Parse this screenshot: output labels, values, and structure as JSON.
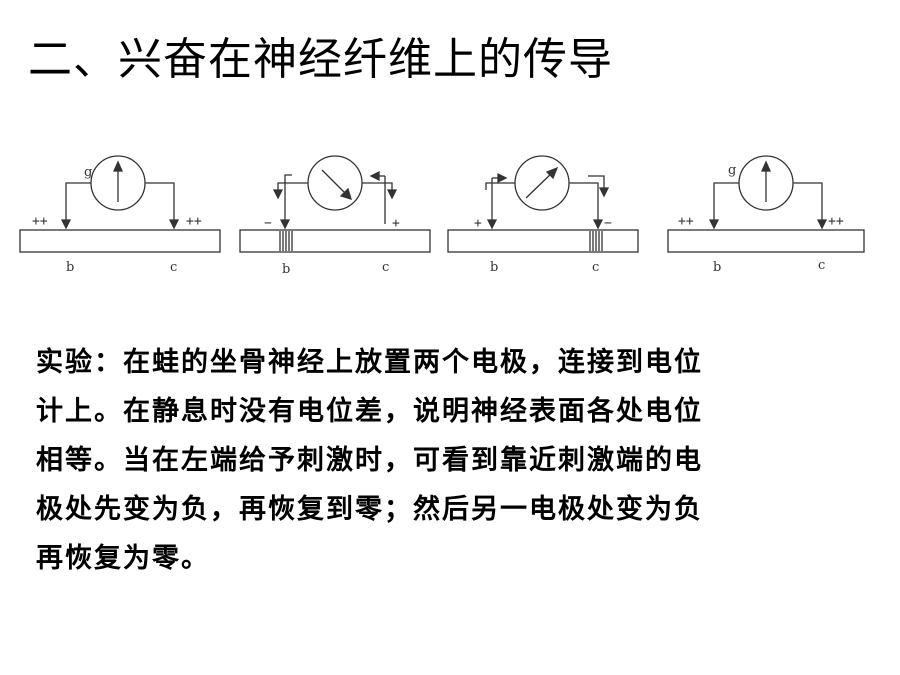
{
  "slide": {
    "title": "二、兴奋在神经纤维上的传导",
    "paragraph_lines": [
      "实验：在蛙的坐骨神经上放置两个电极，连接到电位",
      "计上。在静息时没有电位差，说明神经表面各处电位",
      "相等。当在左端给予刺激时，可看到靠近刺激端的电",
      "极处先变为负，再恢复到零；然后另一电极处变为负",
      "再恢复为零。"
    ]
  },
  "figure": {
    "panels": [
      {
        "meter_label": "g",
        "left_sign": "++",
        "right_sign": "++",
        "left_point": "b",
        "right_point": "c"
      },
      {
        "meter_label": "",
        "left_sign": "−",
        "right_sign": "+",
        "left_point": "b",
        "right_point": "c"
      },
      {
        "meter_label": "",
        "left_sign": "+",
        "right_sign": "−",
        "left_point": "b",
        "right_point": "c"
      },
      {
        "meter_label": "g",
        "left_sign": "++",
        "right_sign": "++",
        "left_point": "b",
        "right_point": "c"
      }
    ]
  }
}
